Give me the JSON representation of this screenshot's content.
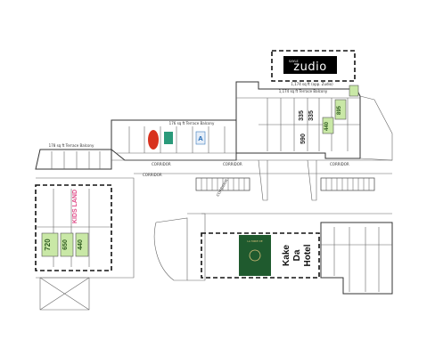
{
  "anchor_brand": {
    "logo_text": "zudio",
    "logo_small_text": "SAYLE",
    "unit_label": "1,174 sq ft (opp. Zudio)"
  },
  "hotel": {
    "name_line1": "Kake",
    "name_line2": "Da",
    "name_line3": "Hotel",
    "emblem_text": "LA MIRE DE",
    "emblem_color": "#1f5a2e"
  },
  "balconies": {
    "top": "1,174 sq ft Terrace Balcony",
    "middle": "176 sq ft Terrace Balcony",
    "left": "178 sq ft Terrace Balcony"
  },
  "corridors": [
    "CORRIDOR",
    "CORRIDOR",
    "CORRIDOR",
    "CORRIDOR",
    "CORRIDOR"
  ],
  "highlight_units": [
    {
      "name": "unit-top-right",
      "area": "895"
    },
    {
      "name": "unit-mid-right",
      "area": "440"
    },
    {
      "name": "unit-center-1",
      "area": "335"
    },
    {
      "name": "unit-center-2",
      "area": "335"
    },
    {
      "name": "unit-center-3",
      "area": "590"
    },
    {
      "name": "unit-left-1",
      "area": "720"
    },
    {
      "name": "unit-left-2",
      "area": "650"
    },
    {
      "name": "unit-left-3",
      "area": "440"
    }
  ],
  "kids_brand": {
    "text": "KIDS LAND"
  },
  "colors": {
    "highlight": "#c9e8a6",
    "hotel_panel": "#1f5a2e",
    "red_logo": "#d8321e",
    "accent_teal": "#2a9a7a",
    "accent_blue": "#3a7bbf"
  }
}
